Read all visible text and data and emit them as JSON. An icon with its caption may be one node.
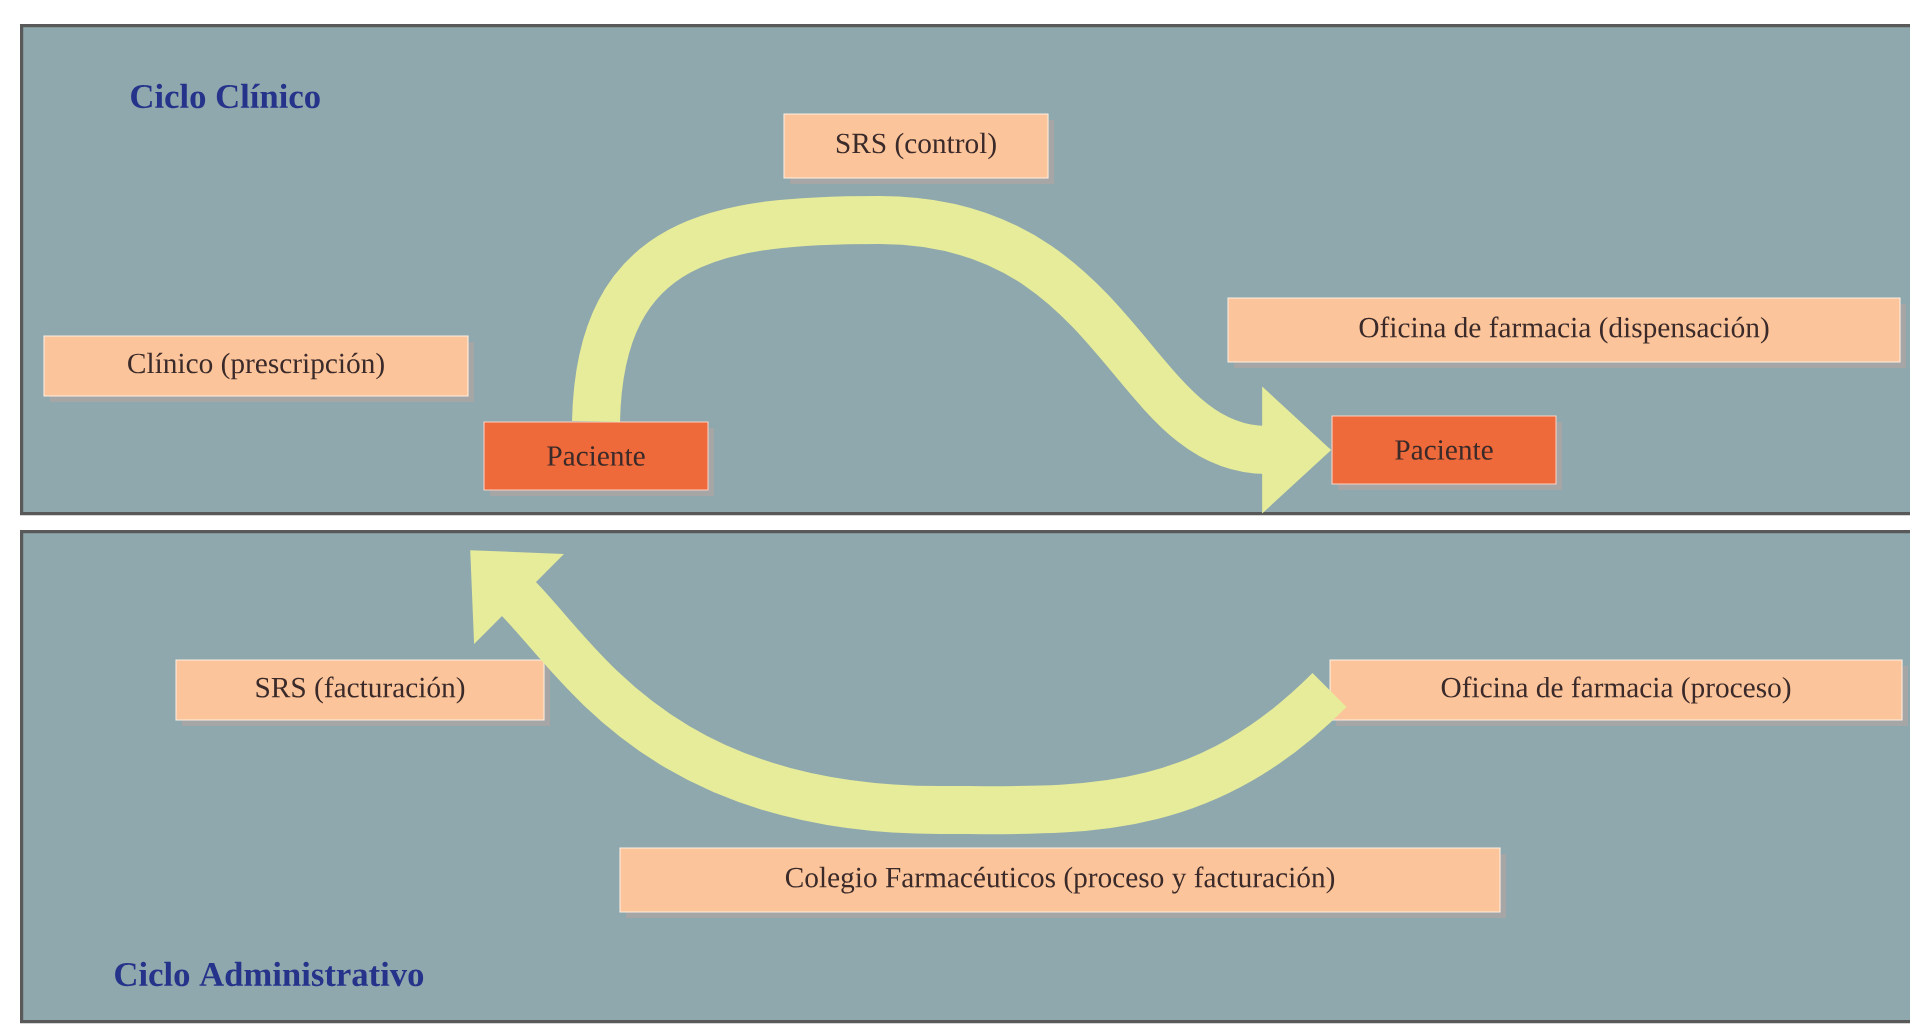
{
  "diagram": {
    "nodes": [
      {
        "text": [
          "Ciclo Clínico"
        ]
      },
      {
        "text": [
          "SRS (control)"
        ],
        "in": 0
      },
      {
        "text": [
          "Clínico (prescripción)"
        ],
        "in": 0
      },
      {
        "text": [
          "Paciente"
        ],
        "in": 0
      },
      {
        "text": [
          "Oficina de farmacia (dispensación)"
        ],
        "in": 0
      },
      {
        "text": [
          "Paciente"
        ],
        "in": 0
      },
      {
        "text": [
          "Ciclo Administrativo"
        ]
      },
      {
        "text": [
          "SRS (facturación)"
        ],
        "in": 6
      },
      {
        "text": [
          "Oficina de farmacia (proceso)"
        ],
        "in": 6
      },
      {
        "text": [
          "Colegio Farmacéuticos (proceso y facturación)"
        ],
        "in": 6
      }
    ],
    "edges": [
      {
        "from": 3,
        "to": 5,
        "arrow": "to"
      },
      {
        "from": 8,
        "to": null,
        "arrow": "to"
      }
    ]
  }
}
